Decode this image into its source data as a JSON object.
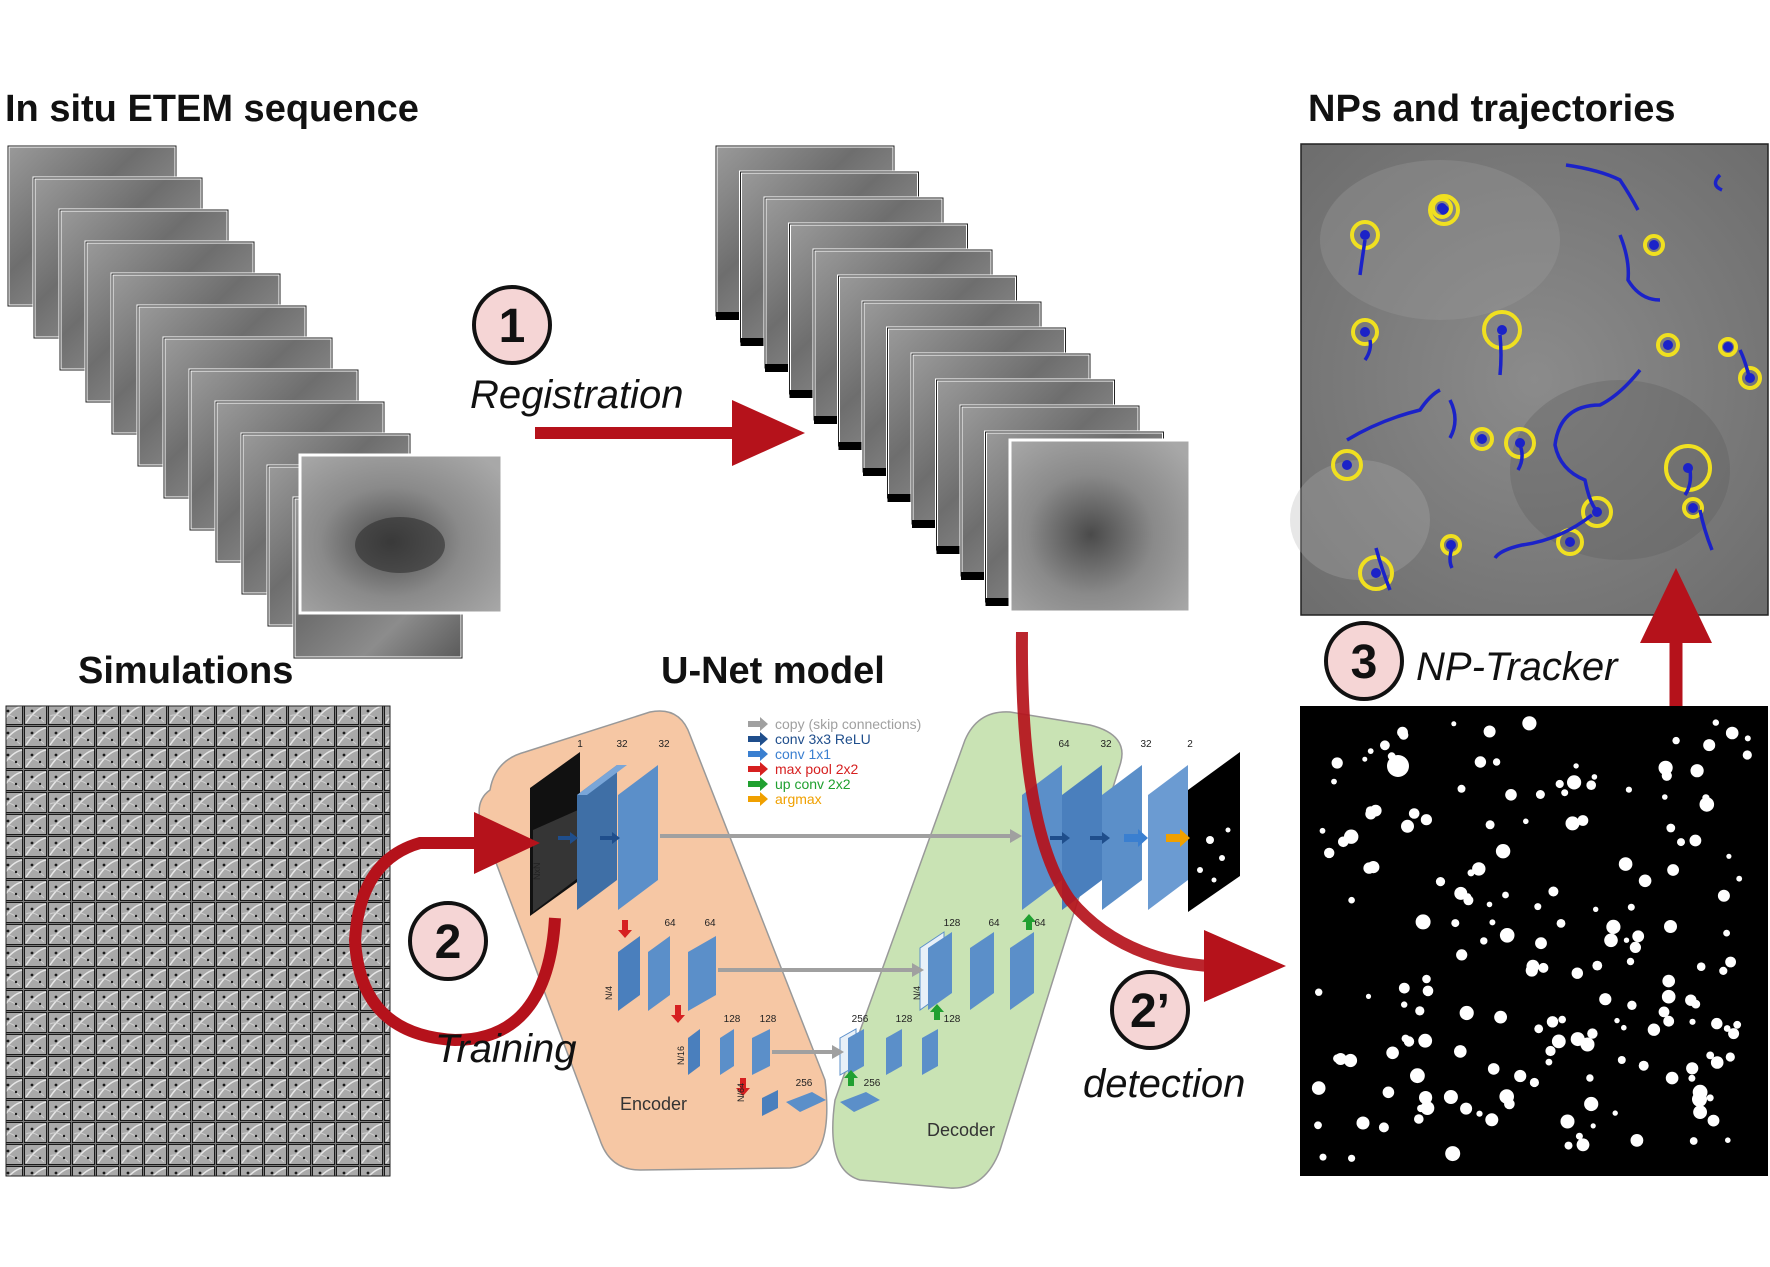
{
  "titles": {
    "sequence": "In situ ETEM sequence",
    "trajectories": "NPs and trajectories",
    "simulations": "Simulations",
    "unet": "U-Net model"
  },
  "steps": [
    {
      "num": "1",
      "label": "Registration"
    },
    {
      "num": "2",
      "label": "Training"
    },
    {
      "num": "2’",
      "label": "detection"
    },
    {
      "num": "3",
      "label": "NP-Tracker"
    }
  ],
  "unet": {
    "encoder_label": "Encoder",
    "decoder_label": "Decoder",
    "legend": [
      {
        "label": "copy (skip connections)",
        "color": "#a0a0a0"
      },
      {
        "label": "conv 3x3 ReLU",
        "color": "#1f4e8c"
      },
      {
        "label": "conv 1x1",
        "color": "#3a7fd0"
      },
      {
        "label": "max pool 2x2",
        "color": "#d62020"
      },
      {
        "label": "up conv 2x2",
        "color": "#20a030"
      },
      {
        "label": "argmax",
        "color": "#f0a000"
      }
    ],
    "channels": {
      "enc1": [
        "1",
        "32",
        "32"
      ],
      "enc2": [
        "64",
        "64"
      ],
      "enc3": [
        "128",
        "128"
      ],
      "bottom": [
        "256",
        "256"
      ],
      "dec3": [
        "256",
        "128",
        "128"
      ],
      "dec2": [
        "128",
        "64",
        "64"
      ],
      "dec1": [
        "64",
        "32",
        "32",
        "2"
      ]
    },
    "sizes": [
      "NxN",
      "N/4",
      "N/16",
      "N/64",
      "N/4"
    ]
  },
  "colors": {
    "arrow": "#b5121b",
    "circle_fill": "#f5d5d5",
    "encoder_bg": "#f6c7a4",
    "decoder_bg": "#c9e3b4",
    "block": "#5b8fc9",
    "block_dark": "#3f6fa6",
    "np_ring": "#f0e020",
    "trajectory": "#1b22c8"
  }
}
